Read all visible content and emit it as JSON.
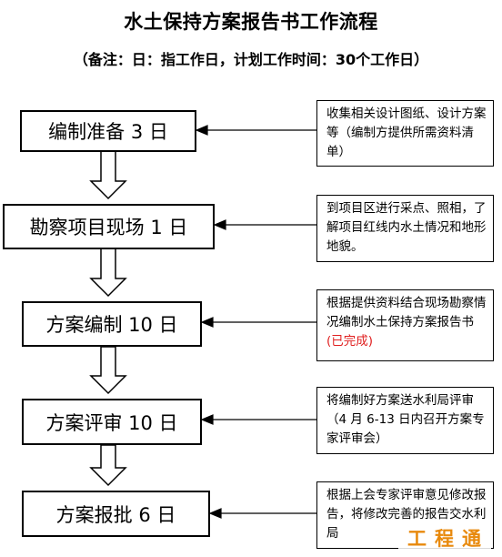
{
  "title": "水土保持方案报告书工作流程",
  "note": "（备注：日：指工作日，计划工作时间：30个工作日）",
  "steps": [
    {
      "label": "编制准备 3 日",
      "desc": "收集相关设计图纸、设计方案等（编制方提供所需资料清单）",
      "desc_extra": ""
    },
    {
      "label": "勘察项目现场 1 日",
      "desc": "到项目区进行采点、照相，了解项目红线内水土情况和地形地貌。",
      "desc_extra": ""
    },
    {
      "label": "方案编制 10 日",
      "desc": "根据提供资料结合现场勘察情况编制水土保持方案报告书",
      "desc_extra": "(已完成)"
    },
    {
      "label": "方案评审 10 日",
      "desc": "将编制好方案送水利局评审（4 月 6-13 日内召开方案专家评审会）",
      "desc_extra": ""
    },
    {
      "label": "方案报批 6 日",
      "desc": "根据上会专家评审意见修改报告，将修改完善的报告交水利局",
      "desc_extra": ""
    }
  ],
  "watermark": "工程通"
}
